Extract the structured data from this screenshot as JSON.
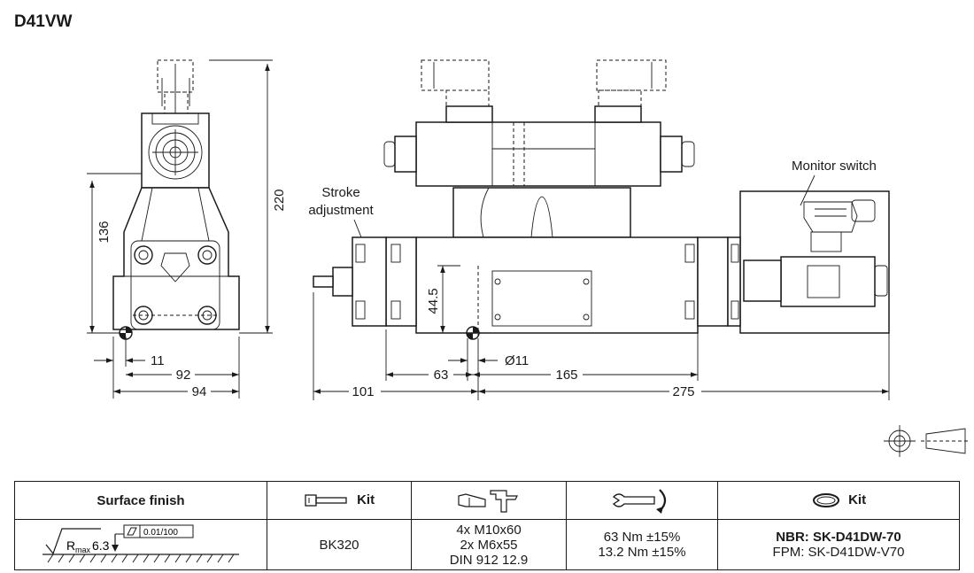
{
  "title": "D41VW",
  "labels": {
    "stroke_adjustment": [
      "Stroke",
      "adjustment"
    ],
    "monitor_switch": "Monitor  switch"
  },
  "dimensions": {
    "d11": "11",
    "d92": "92",
    "d94": "94",
    "d136": "136",
    "d220": "220",
    "d101": "101",
    "d63": "63",
    "d44_5": "44.5",
    "d_dia11": "Ø11",
    "d165": "165",
    "d275": "275"
  },
  "table": {
    "headers": {
      "surface_finish": "Surface finish",
      "kit": "Kit",
      "kit2": "Kit"
    },
    "values": {
      "roughness_prefix": "R",
      "roughness_sub": "max",
      "roughness_value": "6.3",
      "flatness": "0.01/100",
      "kit_code": "BK320",
      "bolts": [
        "4x M10x60",
        "2x M6x55",
        "DIN 912 12.9"
      ],
      "torque": [
        "63 Nm ±15%",
        "13.2 Nm ±15%"
      ],
      "seal_nbr": "NBR: SK-D41DW-70",
      "seal_fpm": "FPM: SK-D41DW-V70"
    }
  },
  "icons": [
    "bolt-icon",
    "bolt-caliper-icon",
    "torque-wrench-icon",
    "o-ring-icon",
    "projection-symbol-icon"
  ]
}
